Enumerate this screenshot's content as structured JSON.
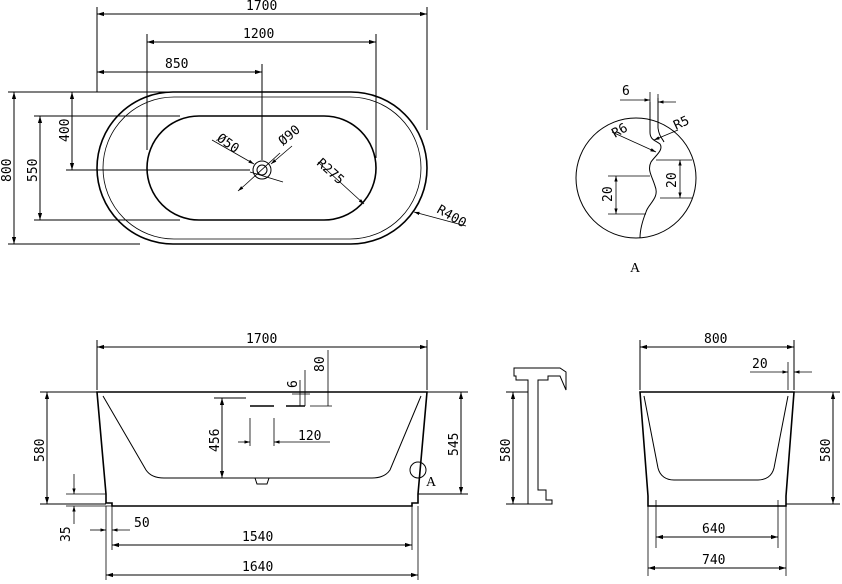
{
  "top_view": {
    "overall_length": "1700",
    "inner_length": "1200",
    "drain_offset": "850",
    "overall_width": "800",
    "inner_width": "550",
    "drain_width_offset": "400",
    "drain_diameter": "Ø50",
    "overflow_diameter": "Ø90",
    "inner_radius": "R275",
    "outer_radius": "R400"
  },
  "detail_a": {
    "label": "A",
    "wall_thickness": "6",
    "radius_top": "R5",
    "radius_inner": "R6",
    "height_left": "20",
    "height_right": "20"
  },
  "front_view": {
    "overall_length": "1700",
    "height": "580",
    "inner_depth": "456",
    "overflow_height": "545",
    "plinth_height": "35",
    "plinth_inset": "50",
    "base_inner_length": "1540",
    "base_length": "1640",
    "detail_marker": "A",
    "slot_offset": "6",
    "slot_height": "80",
    "slot_length": "120"
  },
  "faucet_view": {
    "height": "580"
  },
  "end_view": {
    "overall_width": "800",
    "rim": "20",
    "height": "580",
    "base_inner_width": "640",
    "base_width": "740"
  }
}
